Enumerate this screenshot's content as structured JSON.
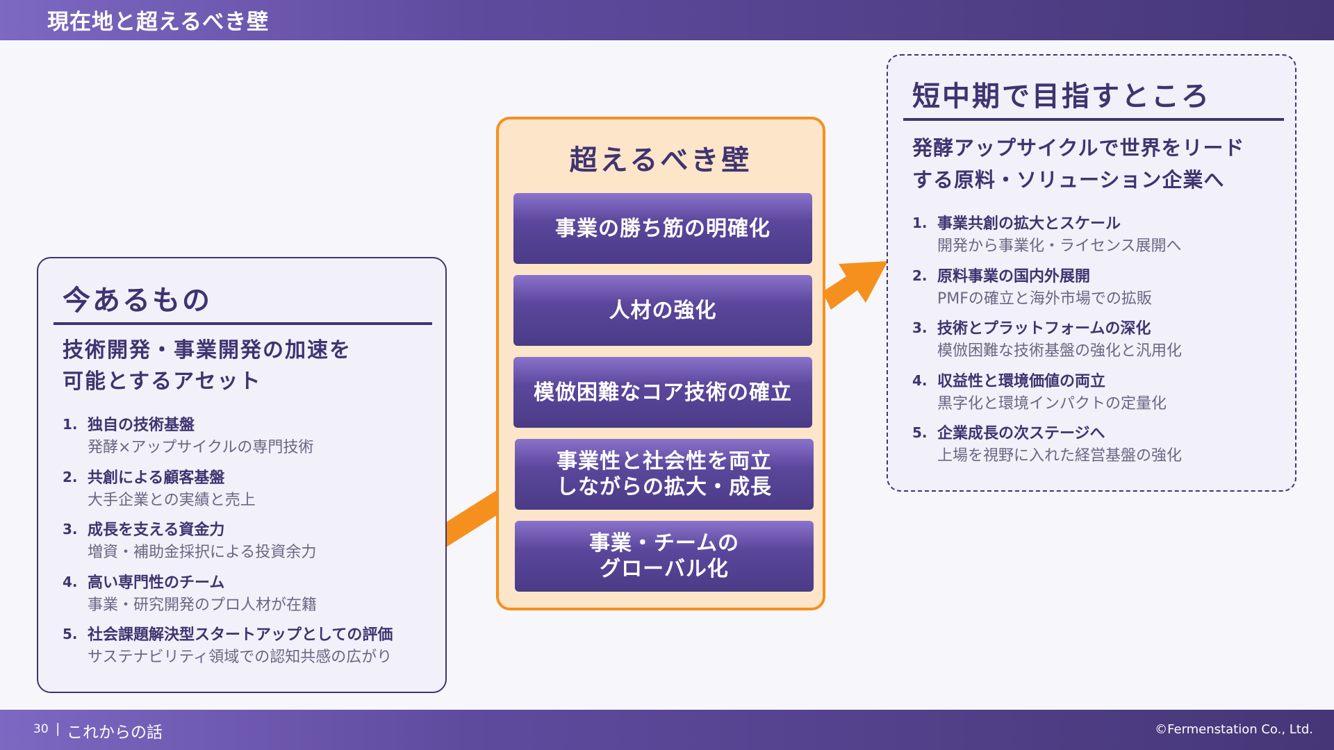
{
  "header": {
    "title": "現在地と超えるべき壁"
  },
  "left_panel": {
    "heading": "今あるもの",
    "subtitle_lines": [
      "技術開発・事業開発の加速を",
      "可能とするアセット"
    ],
    "items": [
      {
        "num": "1.",
        "title": "独自の技術基盤",
        "desc": "発酵×アップサイクルの専門技術"
      },
      {
        "num": "2.",
        "title": "共創による顧客基盤",
        "desc": "大手企業との実績と売上"
      },
      {
        "num": "3.",
        "title": "成長を支える資金力",
        "desc": "増資・補助金採択による投資余力"
      },
      {
        "num": "4.",
        "title": "高い専門性のチーム",
        "desc": "事業・研究開発のプロ人材が在籍"
      },
      {
        "num": "5.",
        "title": "社会課題解決型スタートアップとしての評価",
        "desc": "サステナビリティ領域での認知共感の広がり"
      }
    ]
  },
  "center_panel": {
    "heading": "超えるべき壁",
    "walls": [
      {
        "lines": [
          "事業の勝ち筋の明確化"
        ]
      },
      {
        "lines": [
          "人材の強化"
        ]
      },
      {
        "lines": [
          "模倣困難なコア技術の確立"
        ]
      },
      {
        "lines": [
          "事業性と社会性を両立",
          "しながらの拡大・成長"
        ]
      },
      {
        "lines": [
          "事業・チームの",
          "グローバル化"
        ]
      }
    ]
  },
  "right_panel": {
    "heading": "短中期で目指すところ",
    "subtitle_lines": [
      "発酵アップサイクルで世界をリード",
      "する原料・ソリューション企業へ"
    ],
    "items": [
      {
        "num": "1.",
        "title": "事業共創の拡大とスケール",
        "desc": "開発から事業化・ライセンス展開へ"
      },
      {
        "num": "2.",
        "title": "原料事業の国内外展開",
        "desc": "PMFの確立と海外市場での拡販"
      },
      {
        "num": "3.",
        "title": "技術とプラットフォームの深化",
        "desc": "模倣困難な技術基盤の強化と汎用化"
      },
      {
        "num": "4.",
        "title": "収益性と環境価値の両立",
        "desc": "黒字化と環境インパクトの定量化"
      },
      {
        "num": "5.",
        "title": "企業成長の次ステージへ",
        "desc": "上場を視野に入れた経営基盤の強化"
      }
    ]
  },
  "footer": {
    "page_number": "30",
    "separator": "|",
    "section": "これからの話",
    "copyright": "©Fermenstation Co., Ltd."
  },
  "colors": {
    "brand_purple": "#4a3b86",
    "accent_orange": "#f5901e",
    "wall_fill": "#fde5c9",
    "panel_fill": "#f2f0f9"
  }
}
